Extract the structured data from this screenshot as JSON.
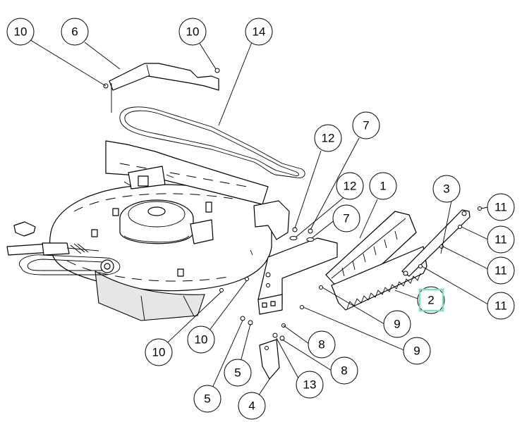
{
  "colors": {
    "highlight": "#7fdcc6",
    "line": "#000000",
    "background": "#ffffff"
  },
  "callouts": [
    {
      "id": "c-10-top-left",
      "label": "10"
    },
    {
      "id": "c-6",
      "label": "6"
    },
    {
      "id": "c-10-top-mid",
      "label": "10"
    },
    {
      "id": "c-14",
      "label": "14"
    },
    {
      "id": "c-12-upper",
      "label": "12"
    },
    {
      "id": "c-7-upper",
      "label": "7"
    },
    {
      "id": "c-12-lower",
      "label": "12"
    },
    {
      "id": "c-1",
      "label": "1"
    },
    {
      "id": "c-7-lower",
      "label": "7"
    },
    {
      "id": "c-3",
      "label": "3"
    },
    {
      "id": "c-11-a",
      "label": "11"
    },
    {
      "id": "c-11-b",
      "label": "11"
    },
    {
      "id": "c-11-c",
      "label": "11"
    },
    {
      "id": "c-11-d",
      "label": "11"
    },
    {
      "id": "c-2",
      "label": "2"
    },
    {
      "id": "c-9-a",
      "label": "9"
    },
    {
      "id": "c-9-b",
      "label": "9"
    },
    {
      "id": "c-8-a",
      "label": "8"
    },
    {
      "id": "c-8-b",
      "label": "8"
    },
    {
      "id": "c-13",
      "label": "13"
    },
    {
      "id": "c-4",
      "label": "4"
    },
    {
      "id": "c-5-a",
      "label": "5"
    },
    {
      "id": "c-5-b",
      "label": "5"
    },
    {
      "id": "c-10-bottom-a",
      "label": "10"
    },
    {
      "id": "c-10-bottom-b",
      "label": "10"
    }
  ]
}
